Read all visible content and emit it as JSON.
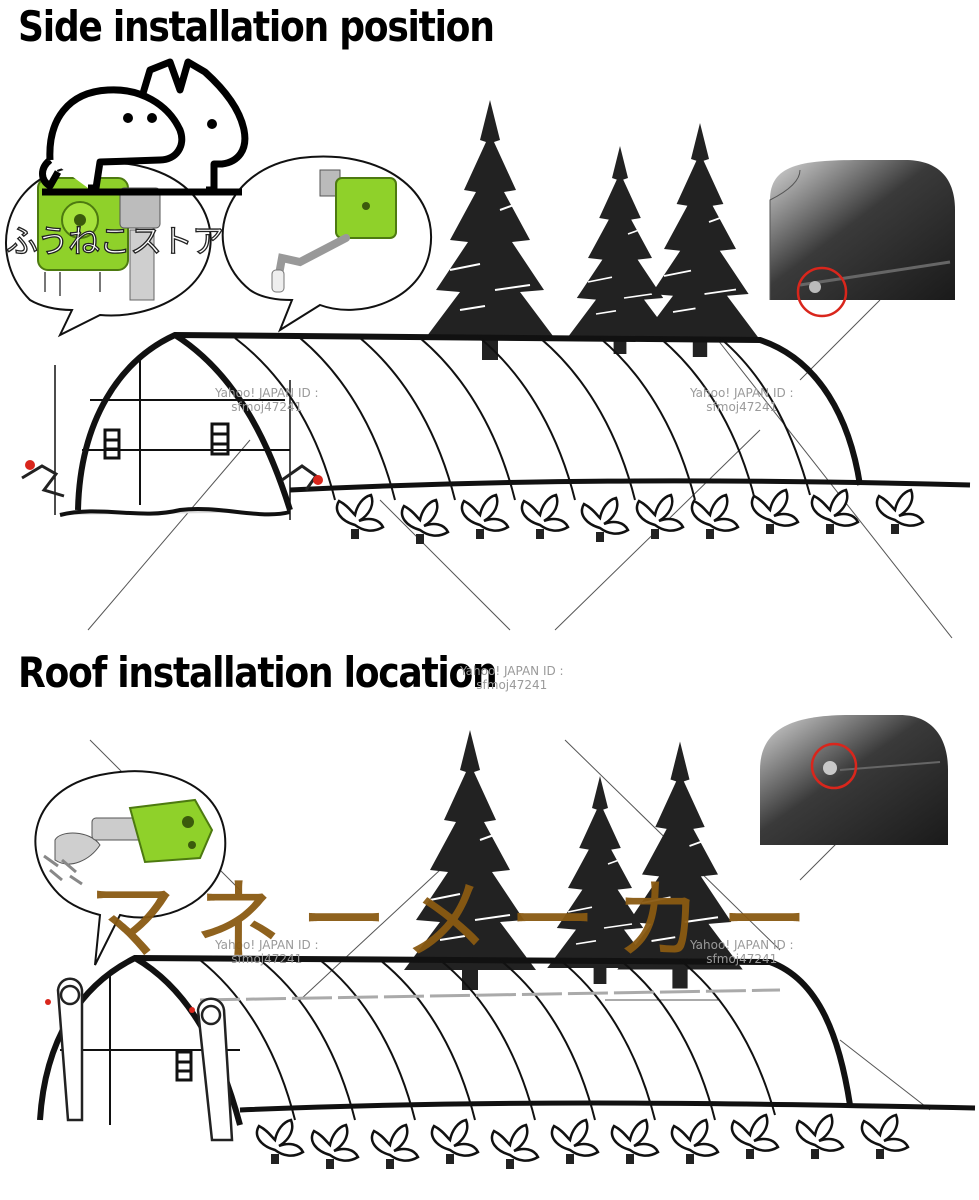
{
  "headings": {
    "side": "Side installation position",
    "roof": "Roof installation location"
  },
  "store_name": "ふうねこストア",
  "maker_watermark": "マネーメーカー",
  "watermark": {
    "line1": "Yahoo! JAPAN ID :",
    "line2": "sfmoj47241"
  },
  "colors": {
    "crank_green": "#8fd12a",
    "highlight_red": "#d9261c",
    "maker_brown": "#8a5a12"
  },
  "icons": [
    "dog-logo-icon",
    "cat-logo-icon",
    "pine-tree-icon",
    "crank-winch-icon",
    "greenhouse-icon"
  ]
}
